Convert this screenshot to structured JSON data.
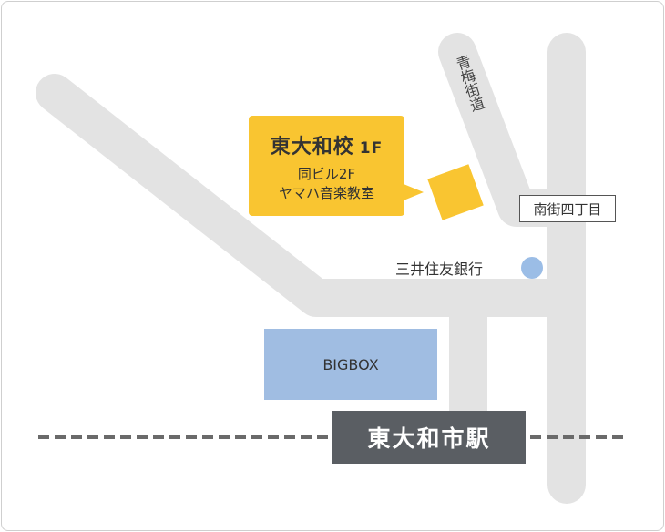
{
  "school": {
    "name": "東大和校",
    "floor": "1F",
    "line1": "同ビル2F",
    "line2": "ヤマハ音楽教室"
  },
  "landmarks": {
    "avenue": "青梅街道",
    "intersection": "南街四丁目",
    "bank": "三井住友銀行",
    "building": "BIGBOX",
    "station": "東大和市駅"
  },
  "colors": {
    "road": "#e3e3e3",
    "school": "#f9c531",
    "building": "#a0bde2",
    "bank": "#9bbde6",
    "station": "#5a5e63",
    "rail": "#6a6a6a"
  }
}
